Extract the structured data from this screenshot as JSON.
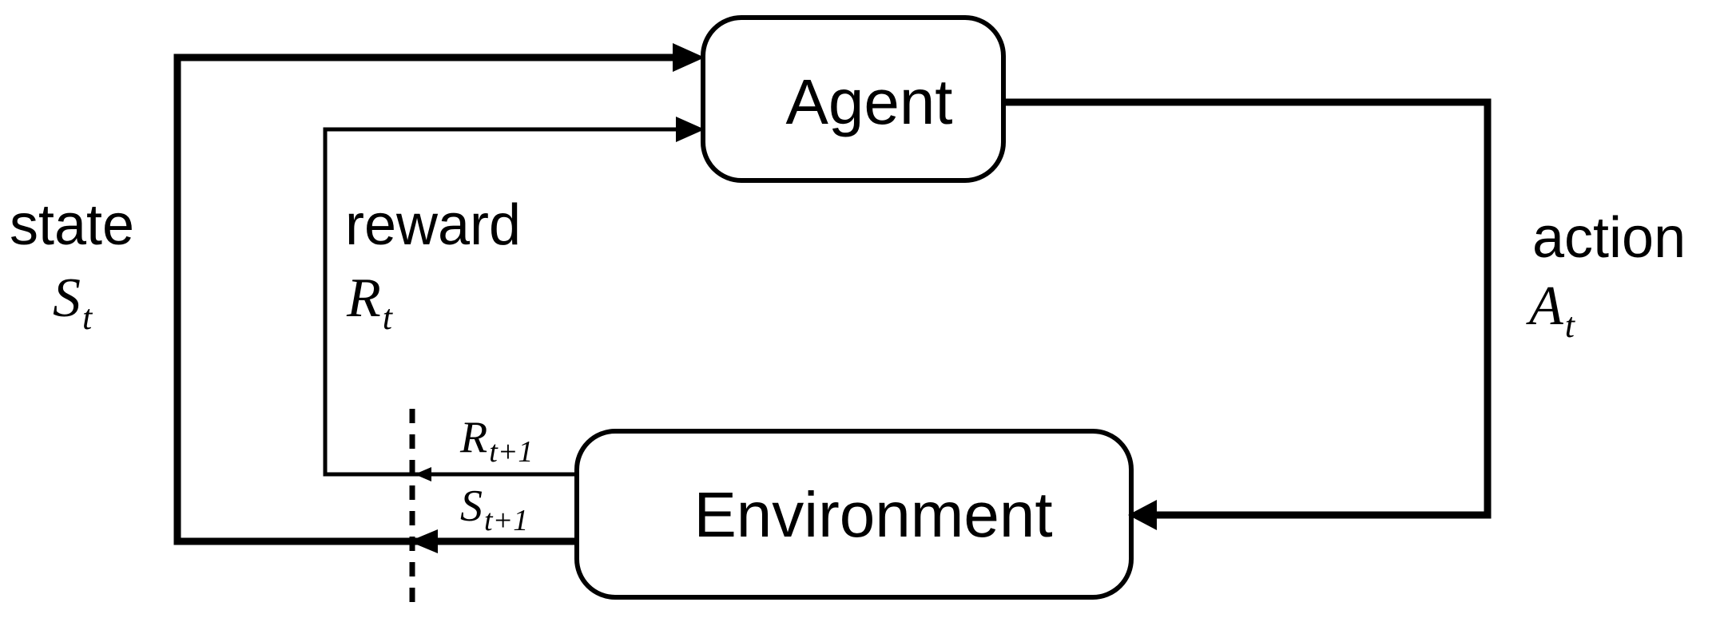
{
  "nodes": {
    "agent": "Agent",
    "environment": "Environment"
  },
  "labels": {
    "state_word": "state",
    "state_symbol": "S",
    "state_sub": "t",
    "reward_word": "reward",
    "reward_symbol": "R",
    "reward_sub": "t",
    "action_word": "action",
    "action_symbol": "A",
    "action_sub": "t",
    "next_reward_symbol": "R",
    "next_reward_sub": "t+1",
    "next_state_symbol": "S",
    "next_state_sub": "t+1"
  },
  "colors": {
    "stroke": "#000000",
    "background": "#ffffff"
  }
}
